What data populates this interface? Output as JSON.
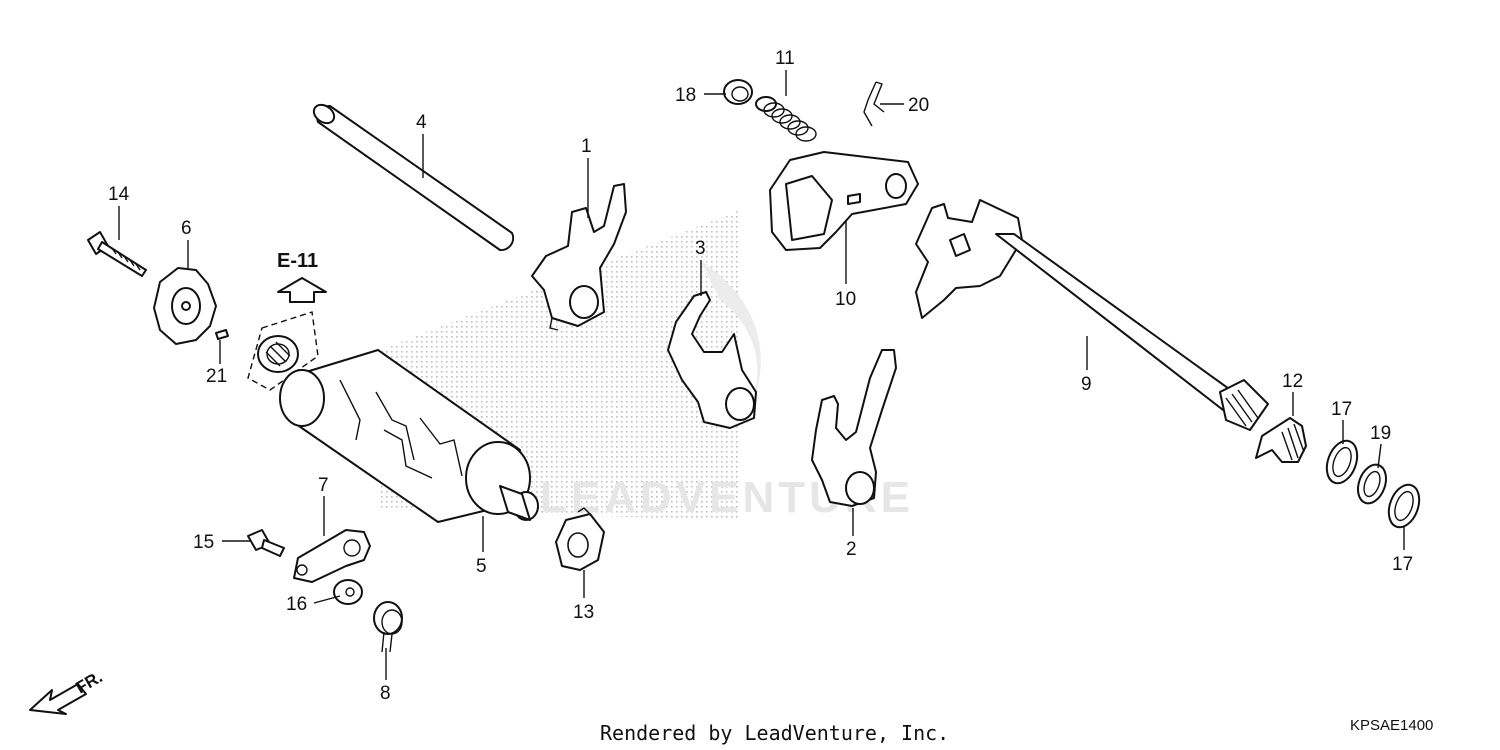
{
  "diagram": {
    "reference_arrow_label": "E-11",
    "footer_text": "Rendered by LeadVenture, Inc.",
    "diagram_code": "KPSAE1400",
    "direction_label": "FR.",
    "watermark_text": "LEADVENTURE",
    "callouts": [
      {
        "id": "c1",
        "label": "1"
      },
      {
        "id": "c2",
        "label": "2"
      },
      {
        "id": "c3",
        "label": "3"
      },
      {
        "id": "c4",
        "label": "4"
      },
      {
        "id": "c5",
        "label": "5"
      },
      {
        "id": "c6",
        "label": "6"
      },
      {
        "id": "c7",
        "label": "7"
      },
      {
        "id": "c8",
        "label": "8"
      },
      {
        "id": "c9",
        "label": "9"
      },
      {
        "id": "c10",
        "label": "10"
      },
      {
        "id": "c11",
        "label": "11"
      },
      {
        "id": "c12",
        "label": "12"
      },
      {
        "id": "c13",
        "label": "13"
      },
      {
        "id": "c14",
        "label": "14"
      },
      {
        "id": "c15",
        "label": "15"
      },
      {
        "id": "c16",
        "label": "16"
      },
      {
        "id": "c17a",
        "label": "17"
      },
      {
        "id": "c17b",
        "label": "17"
      },
      {
        "id": "c18",
        "label": "18"
      },
      {
        "id": "c19",
        "label": "19"
      },
      {
        "id": "c20",
        "label": "20"
      },
      {
        "id": "c21",
        "label": "21"
      }
    ]
  }
}
